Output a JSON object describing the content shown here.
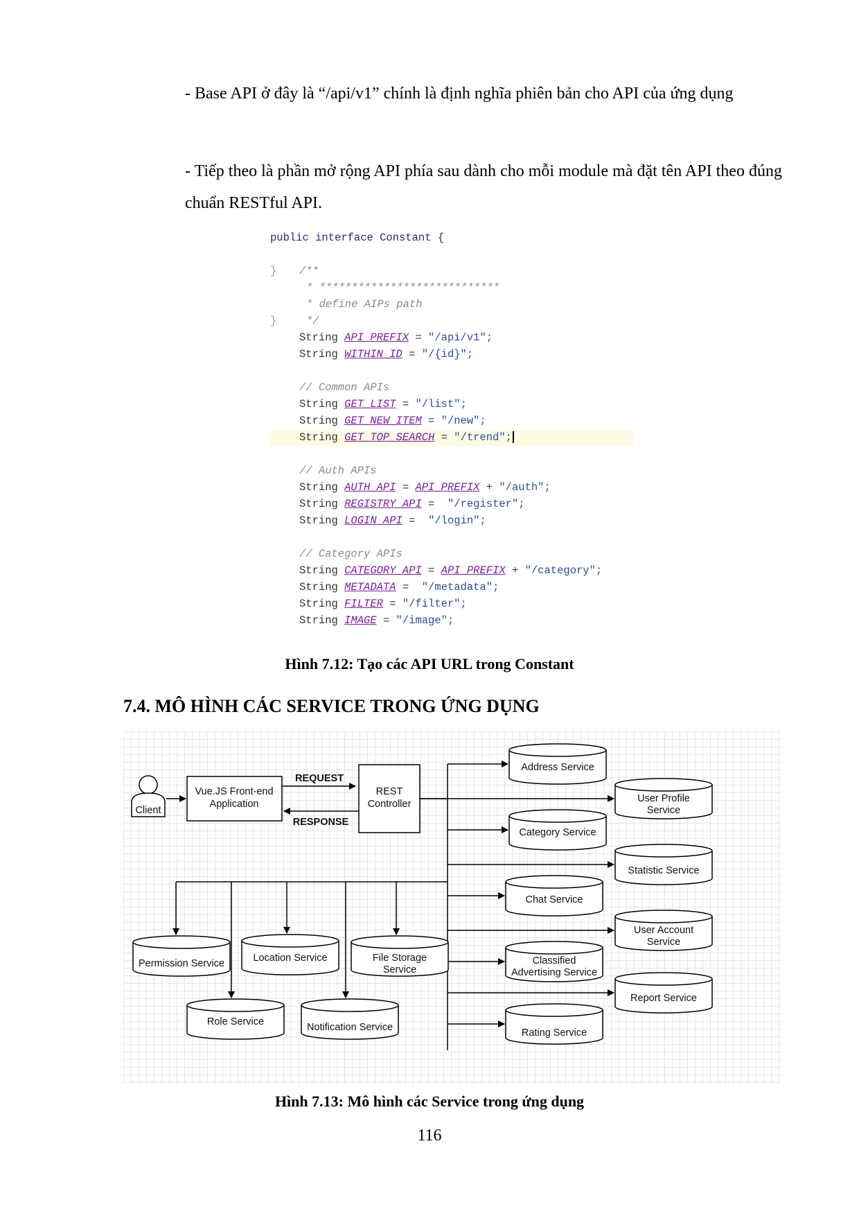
{
  "paragraphs": {
    "p1": "- Base API ở đây là “/api/v1” chính là định nghĩa phiên bản cho API của ứng dụng",
    "p2": "- Tiếp theo là phần mở rộng API phía sau dành cho mỗi module mà đặt tên API theo đúng chuẩn RESTful API."
  },
  "code": {
    "line_header": "public interface Constant {",
    "comment_open": "/**",
    "comment_stars": "* ****************************",
    "comment_define": "* define AIPs path",
    "comment_close": "*/",
    "api_prefix": [
      "String ",
      "API_PREFIX",
      " = ",
      "\"/api/v1\";"
    ],
    "within_id": [
      "String ",
      "WITHIN_ID",
      " = ",
      "\"/{id}\";"
    ],
    "common_comment": "// Common APIs",
    "get_list": [
      "String ",
      "GET_LIST",
      " = ",
      "\"/list\";"
    ],
    "get_new_item": [
      "String ",
      "GET_NEW_ITEM",
      " = ",
      "\"/new\";"
    ],
    "get_top_search": [
      "String ",
      "GET_TOP_SEARCH",
      " = ",
      "\"/trend\";"
    ],
    "auth_comment": "// Auth APIs",
    "auth_api": [
      "String ",
      "AUTH_API",
      " = ",
      "API_PREFIX",
      " + ",
      "\"/auth\";"
    ],
    "registry_api": [
      "String ",
      "REGISTRY_API",
      " =  ",
      "\"/register\";"
    ],
    "login_api": [
      "String ",
      "LOGIN_API",
      " =  ",
      "\"/login\";"
    ],
    "category_comment": "// Category APIs",
    "category_api": [
      "String ",
      "CATEGORY_API",
      " = ",
      "API_PREFIX",
      " + ",
      "\"/category\";"
    ],
    "metadata": [
      "String ",
      "METADATA",
      " =  ",
      "\"/metadata\";"
    ],
    "filter": [
      "String ",
      "FILTER",
      " = ",
      "\"/filter\";"
    ],
    "image": [
      "String ",
      "IMAGE",
      " = ",
      "\"/image\";"
    ],
    "gutter_marks": [
      "}",
      "}"
    ]
  },
  "captions": {
    "fig712_label": "Hình 7.12:",
    "fig712_text": " Tạo các API URL trong Constant",
    "fig713_label": "Hình 7.13:",
    "fig713_text": " Mô hình các Service trong ứng dụng"
  },
  "heading": "7.4. MÔ HÌNH CÁC SERVICE TRONG ỨNG DỤNG",
  "diagram": {
    "client": "Client",
    "frontend": [
      "Vue.JS Front-end",
      "Application"
    ],
    "request": "REQUEST",
    "response": "RESPONSE",
    "rest": [
      "REST",
      "Controller"
    ],
    "services": {
      "address": "Address Service",
      "user_profile": [
        "User Profile",
        "Service"
      ],
      "category": "Category Service",
      "statistic": "Statistic Service",
      "chat": "Chat Service",
      "user_account": [
        "User Account",
        "Service"
      ],
      "classified": [
        "Classified",
        "Advertising Service"
      ],
      "report": "Report Service",
      "rating": "Rating Service",
      "permission": "Permission Service",
      "location": "Location Service",
      "file_storage": [
        "File Storage",
        "Service"
      ],
      "role": "Role Service",
      "notification": "Notification Service"
    }
  },
  "page_number": "116"
}
